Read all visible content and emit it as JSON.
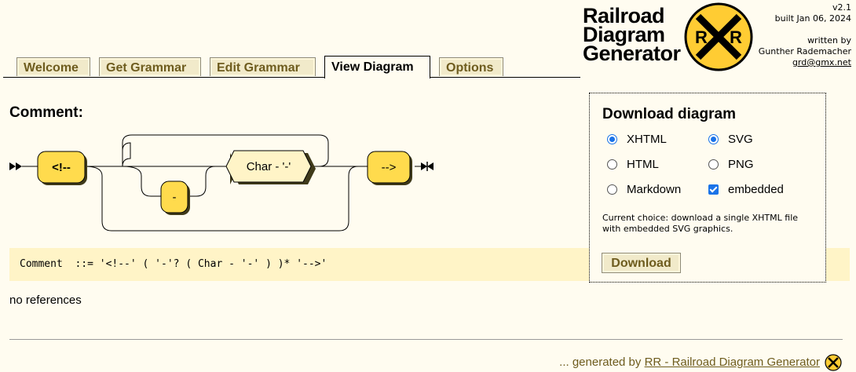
{
  "tabs": [
    {
      "label": "Welcome",
      "active": false
    },
    {
      "label": "Get Grammar",
      "active": false
    },
    {
      "label": "Edit Grammar",
      "active": false
    },
    {
      "label": "View Diagram",
      "active": true
    },
    {
      "label": "Options",
      "active": false
    }
  ],
  "logo": {
    "line1": "Railroad",
    "line2": "Diagram",
    "line3": "Generator",
    "badge": "RR"
  },
  "meta": {
    "version": "v2.1",
    "built": "built Jan 06, 2024",
    "written_by": "written by",
    "author": "Gunther Rademacher",
    "email": "grd@gmx.net"
  },
  "rule": {
    "title": "Comment:",
    "diagram": {
      "start_terminal": "<!--",
      "optional_terminal": "-",
      "exception_nonterminal": "Char - '-'",
      "end_terminal": "-->"
    },
    "ebnf": "Comment  ::= '<!--' ( '-'? ( Char - '-' ) )* '-->'",
    "references": "no references"
  },
  "download": {
    "heading": "Download diagram",
    "options": {
      "xhtml": {
        "label": "XHTML",
        "checked": true
      },
      "html": {
        "label": "HTML",
        "checked": false
      },
      "markdown": {
        "label": "Markdown",
        "checked": false
      },
      "svg": {
        "label": "SVG",
        "checked": true
      },
      "png": {
        "label": "PNG",
        "checked": false
      },
      "embedded": {
        "label": "embedded",
        "checked": true
      }
    },
    "choice_text": "Current choice: download a single XHTML file with embedded SVG graphics.",
    "button_label": "Download"
  },
  "footer": {
    "prefix": "... generated by",
    "link": "RR - Railroad Diagram Generator"
  },
  "colors": {
    "background": "#FFFCF0",
    "tab_bg": "#F1EACA",
    "tab_text": "#6E5C1E",
    "terminal_fill": "#FFDB4D",
    "nonterminal_fill": "#FFF4C7",
    "ebnf_bg": "#FFF4C7",
    "accent_blue": "#1A73E8"
  }
}
